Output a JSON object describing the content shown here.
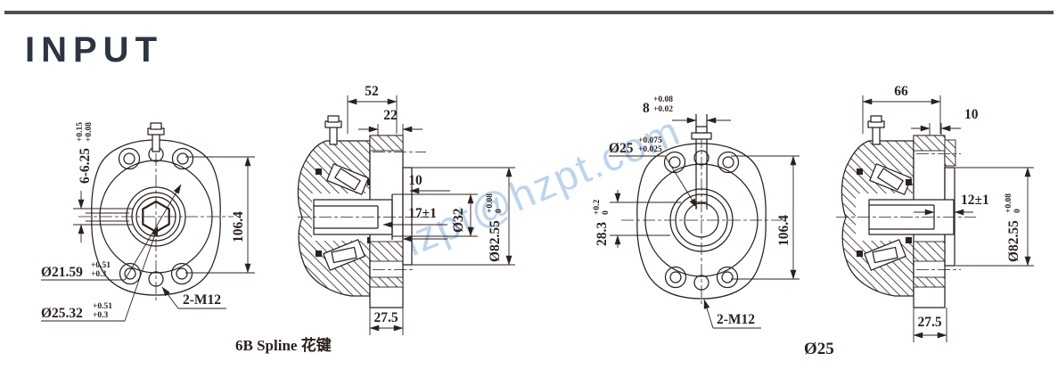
{
  "page": {
    "title": "INPUT",
    "watermark": "hzpt@hzpt.com",
    "colors": {
      "line": "#2b211e",
      "title": "#2c3541",
      "top_bar": "#4f4f4f",
      "watermark": "#b2cdea"
    }
  },
  "views": {
    "spline_front": {
      "caption": "6B Spline 花键",
      "dims": {
        "slot_width": {
          "main": "6-6.25",
          "upper": "+0.15",
          "lower": "+0.08"
        },
        "flange_height": "106.4",
        "spline_minor_dia": {
          "main": "Ø21.59",
          "upper": "+0.51",
          "lower": "+0.3"
        },
        "spline_major_dia": {
          "main": "Ø25.32",
          "upper": "+0.51",
          "lower": "+0.3"
        },
        "mounting_holes": "2-M12"
      }
    },
    "spline_section": {
      "dims": {
        "overall_depth": "52",
        "step_depth": "22",
        "spline_length": "10",
        "spline_depth": "17±1",
        "bore_dia": {
          "main": "Ø32"
        },
        "pilot_dia": {
          "main": "Ø82.55",
          "upper": "+0.08",
          "lower": "0"
        },
        "flange_thickness": "27.5"
      }
    },
    "key_front": {
      "caption": "Ø25",
      "dims": {
        "key_width": {
          "main": "8",
          "upper": "+0.08",
          "lower": "+0.02"
        },
        "shaft_dia": {
          "main": "Ø25",
          "upper": "+0.075",
          "lower": "+0.025"
        },
        "key_height": {
          "main": "28.3",
          "upper": "+0.2",
          "lower": "0"
        },
        "flange_height": "106.4",
        "mounting_holes": "2-M12"
      }
    },
    "key_section": {
      "dims": {
        "overall_depth": "66",
        "pilot_length": "10",
        "shaft_length": "12±1",
        "pilot_dia": {
          "main": "Ø82.55",
          "upper": "+0.08",
          "lower": "0"
        },
        "flange_thickness": "27.5"
      }
    }
  }
}
